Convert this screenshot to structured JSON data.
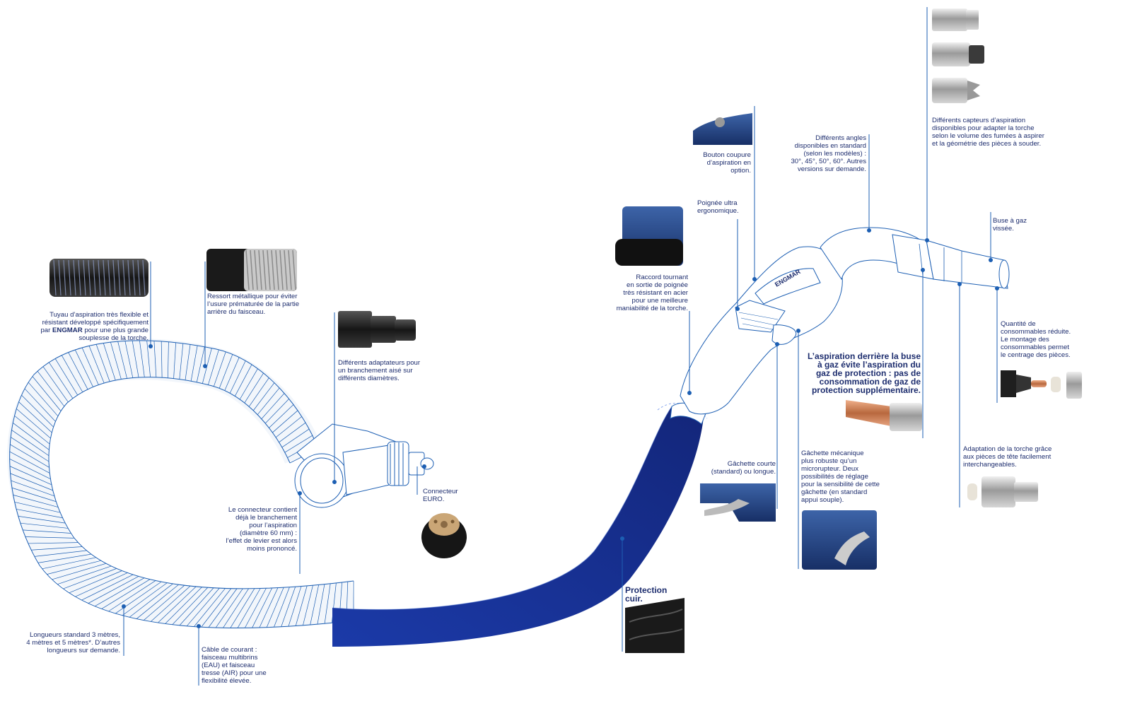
{
  "colors": {
    "line": "#1d5fb3",
    "text": "#1d2d6e",
    "hose_blue": "#1e3aa0",
    "dark_blue": "#14236b"
  },
  "callouts": {
    "tuyau_pre": "Tuyau d’aspiration très flexible et\nrésistant développé spécifiquement\npar ",
    "tuyau_brand": "ENGMAR",
    "tuyau_post": " pour une plus grande\nsouplesse de la torche.",
    "ressort": "Ressort métallique pour éviter\nl’usure prématurée de la partie\narrière du faisceau.",
    "adaptateurs": "Différents adaptateurs pour\nun branchement aisé sur\ndifférents diamètres.",
    "connecteur_euro": "Connecteur\nEURO.",
    "connecteur_contient": "Le connecteur contient\ndéjà le branchement\npour l’aspiration\n(diamètre 60 mm) :\nl’effet de levier est alors\nmoins prononcé.",
    "longueurs": "Longueurs standard 3 mètres,\n4 mètres et 5 mètres*. D’autres\nlongueurs sur demande.",
    "cable": "Câble de courant :\nfaisceau multibrins\n(EAU) et faisceau\ntresse (AIR) pour une\nflexibilité élevée.",
    "protection_cuir": "Protection\ncuir.",
    "raccord": "Raccord tournant\nen sortie de poignée\ntrès résistant en acier\npour une meilleure\nmaniabilité de la torche.",
    "bouton": "Bouton coupure\nd’aspiration en\noption.",
    "poignee": "Poignée ultra\nergonomique.",
    "angles": "Différents angles\ndisponibles en standard\n(selon les modèles) :\n30°, 45°, 50°, 60°. Autres\nversions sur demande.",
    "capteurs": "Différents capteurs d’aspiration\ndisponibles pour adapter la torche\nselon le volume des fumées à aspirer\net la géométrie des pièces à souder.",
    "buse": "Buse à gaz\nvissée.",
    "quantite": "Quantité de\nconsommables réduite.\nLe montage des\nconsommables permet\nle centrage des pièces.",
    "aspiration_buse": "L’aspiration derrière la buse\nà gaz évite l’aspiration du\ngaz de protection : pas de\nconsommation de gaz de\nprotection supplémentaire.",
    "gachette_courte": "Gâchette courte\n(standard) ou longue.",
    "gachette_mecanique": "Gâchette mécanique\nplus robuste qu’un\nmicrorupteur. Deux\npossibilités de réglage\npour la sensibilité de cette\ngâchette (en standard\nappui souple).",
    "adaptation": "Adaptation de la torche grâce\naux pièces de tête facilement\ninterchangeables."
  },
  "handle_logo": "ENGMAR"
}
